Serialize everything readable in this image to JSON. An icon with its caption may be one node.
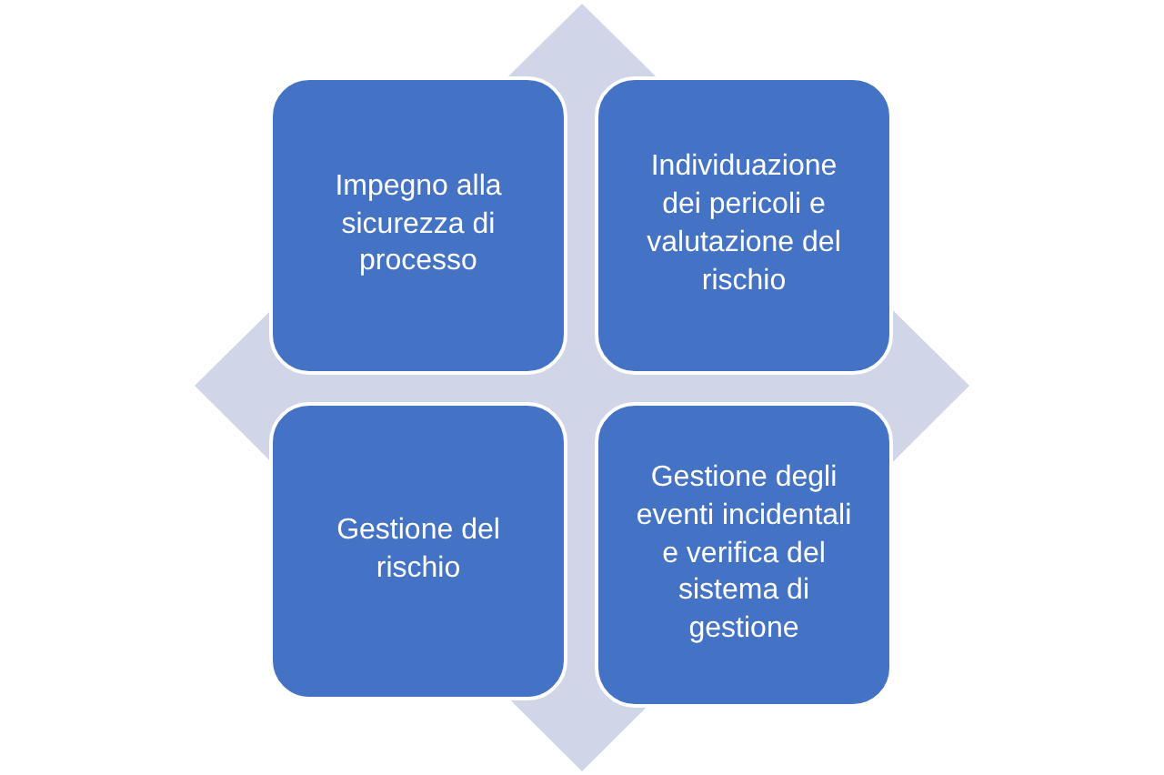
{
  "diagram": {
    "nodes": [
      {
        "text": [
          "Impegno alla sicurezza di processo"
        ]
      },
      {
        "text": [
          "Individuazione dei pericoli e valutazione del rischio"
        ]
      },
      {
        "text": [
          "Gestione del rischio"
        ]
      },
      {
        "text": [
          "Gestione degli eventi incidentali e verifica del sistema di gestione"
        ]
      }
    ]
  }
}
